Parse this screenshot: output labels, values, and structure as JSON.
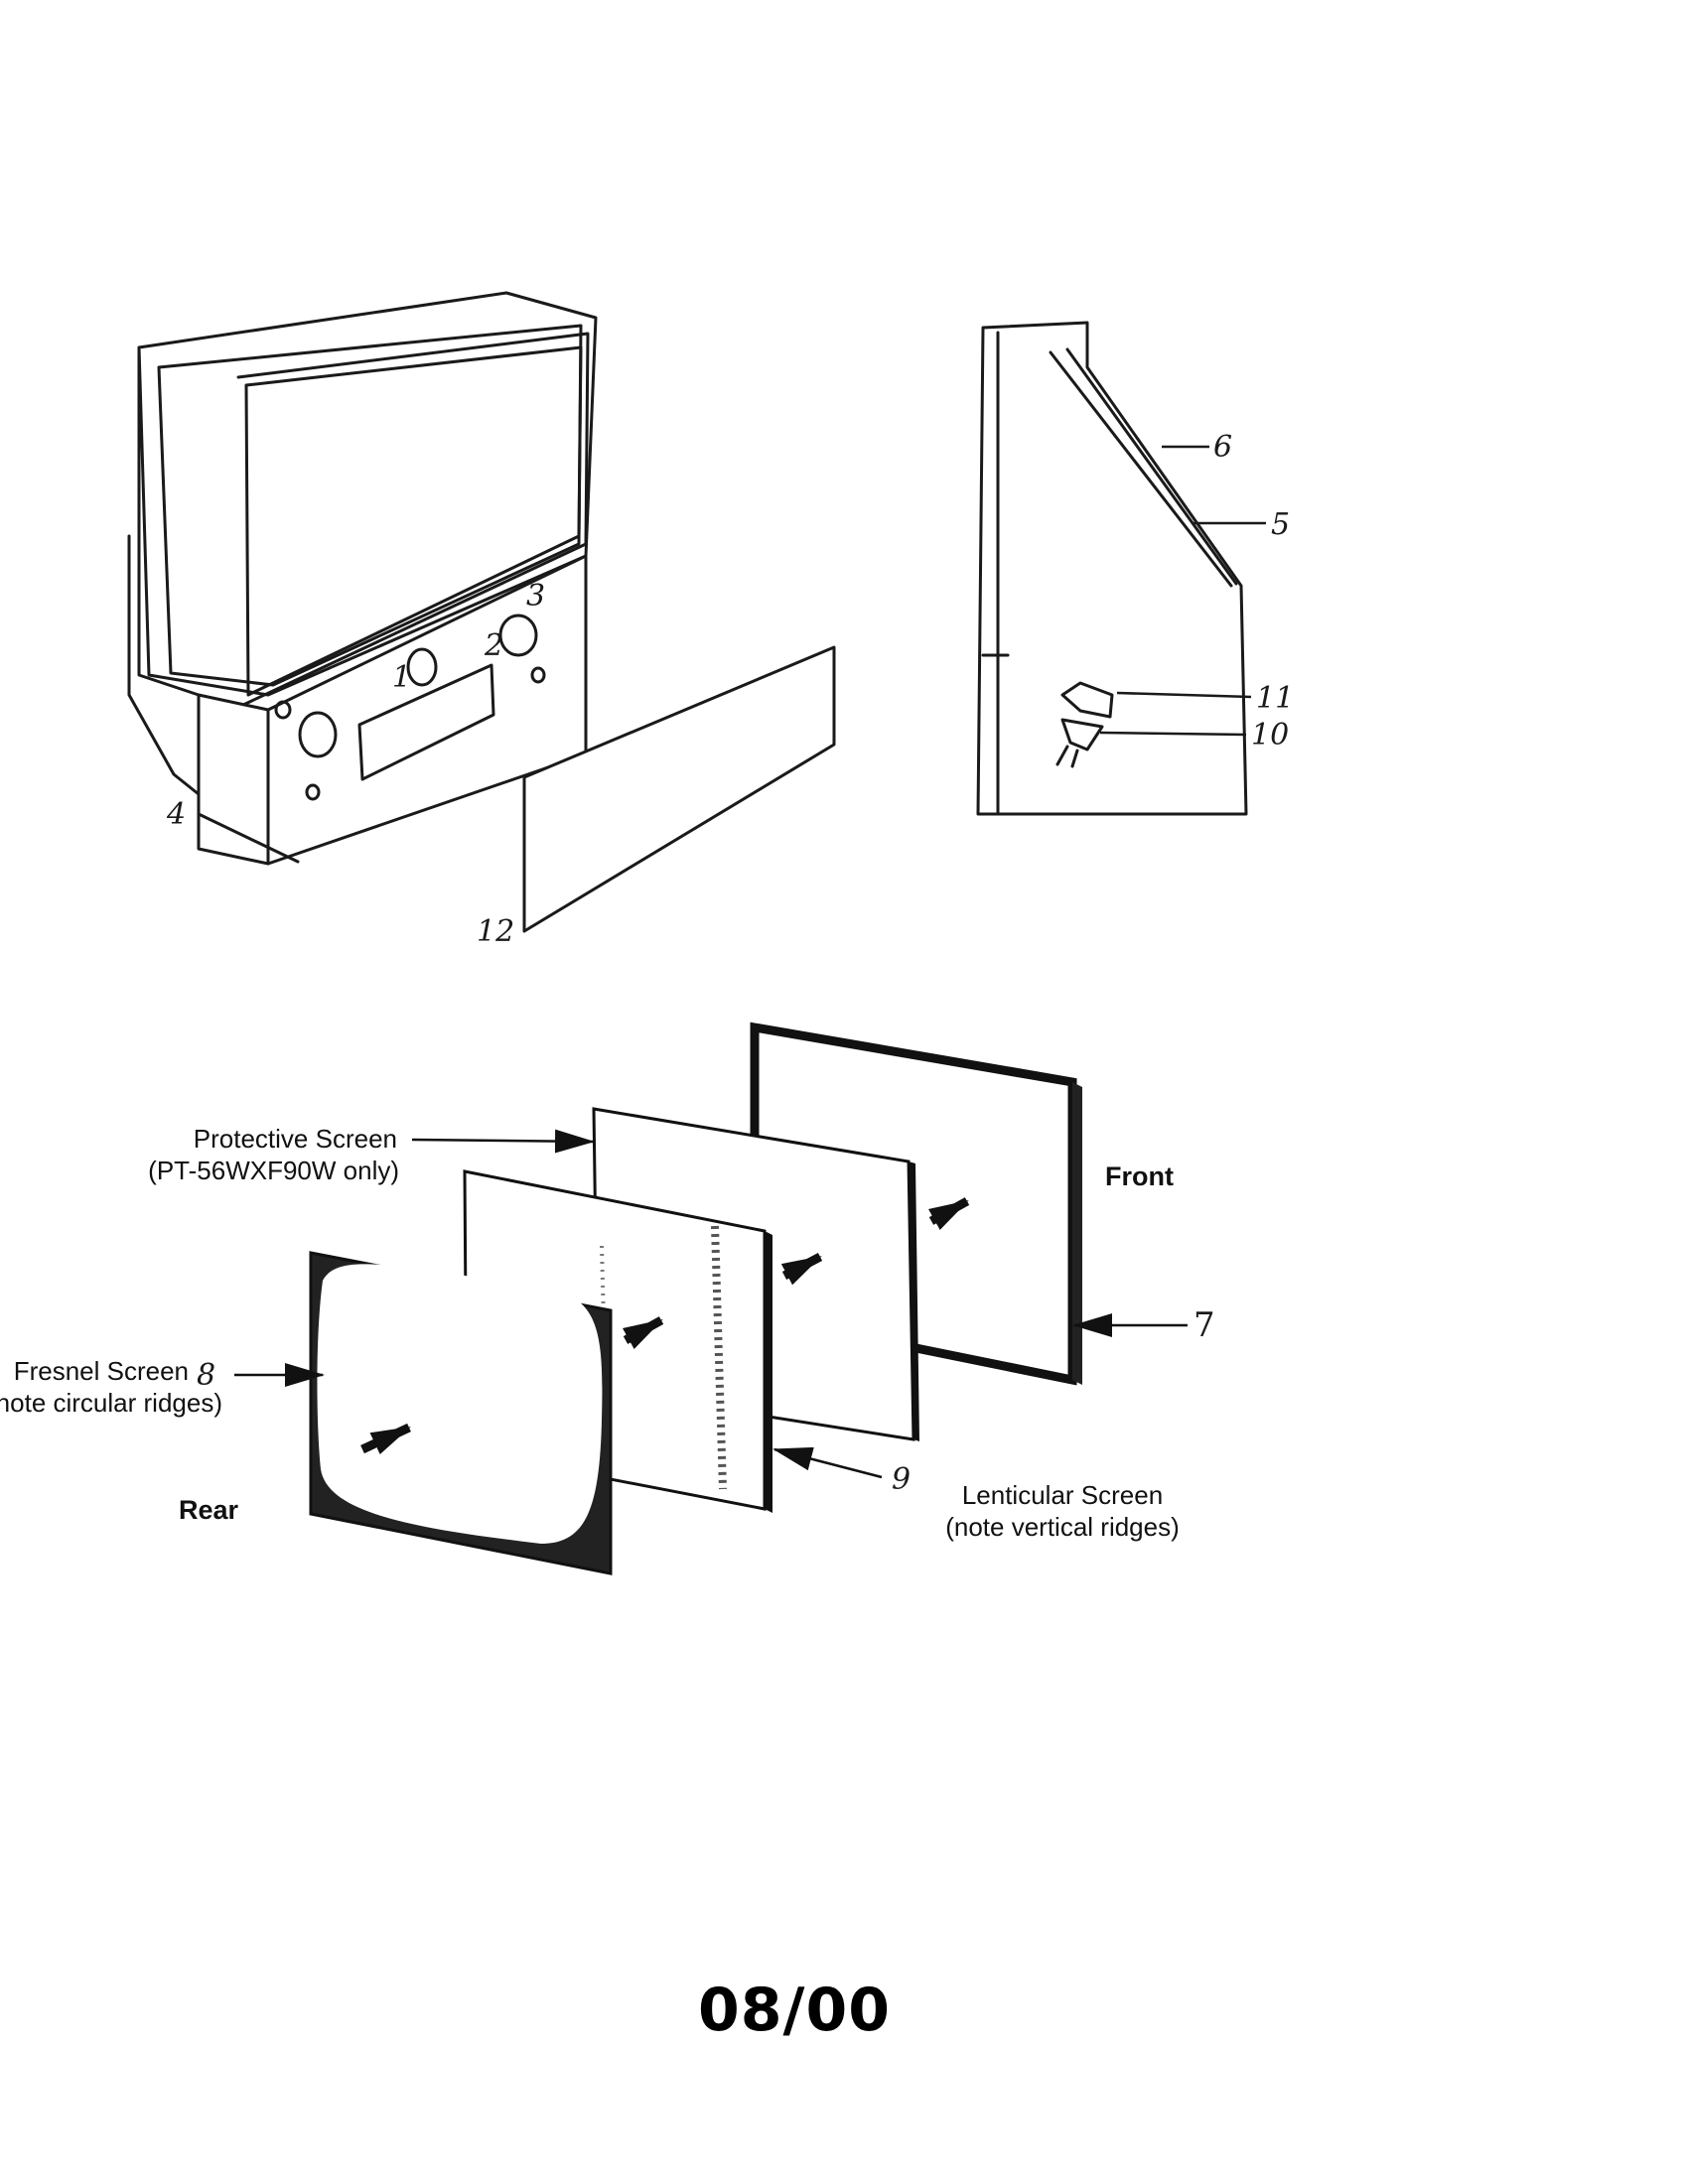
{
  "tv_assembly": {
    "callouts": {
      "c1": "1",
      "c2": "2",
      "c3": "3",
      "c4": "4",
      "c12": "12"
    }
  },
  "side_view": {
    "callouts": {
      "c5": "5",
      "c6": "6",
      "c10": "10",
      "c11": "11"
    }
  },
  "screen_stack": {
    "protective_screen": {
      "label": "Protective Screen",
      "note": "(PT-56WXF90W only)"
    },
    "front_label": "Front",
    "rear_label": "Rear",
    "callout_7": "7",
    "callout_9": "9",
    "fresnel_screen": {
      "label": "Fresnel Screen",
      "callout": "8",
      "note": "(note circular ridges)"
    },
    "lenticular_screen": {
      "label": "Lenticular Screen",
      "note": "(note vertical ridges)"
    }
  },
  "footer": {
    "page_number": "08/00"
  }
}
